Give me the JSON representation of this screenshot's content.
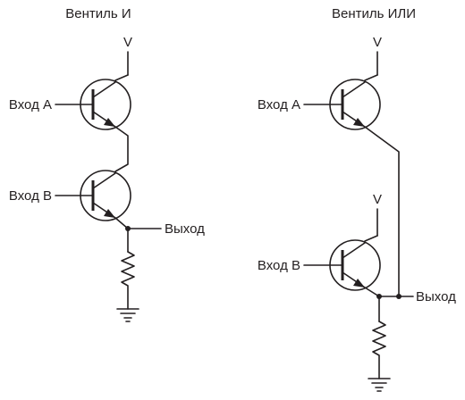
{
  "diagram": {
    "and_gate": {
      "title": "Вентиль И",
      "supply_label": "V",
      "input_a": "Вход А",
      "input_b": "Вход В",
      "output": "Выход"
    },
    "or_gate": {
      "title": "Вентиль ИЛИ",
      "supply_label_a": "V",
      "supply_label_b": "V",
      "input_a": "Вход А",
      "input_b": "Вход В",
      "output": "Выход"
    }
  }
}
